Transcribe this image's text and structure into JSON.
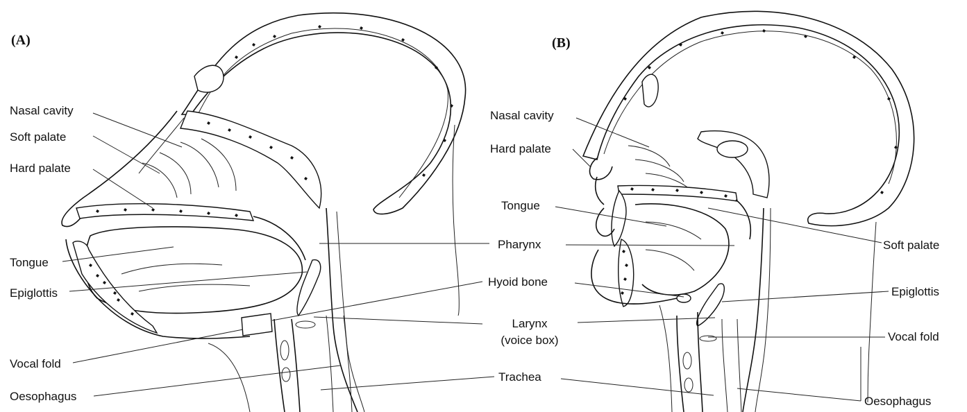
{
  "panels": {
    "a": "(A)",
    "b": "(B)"
  },
  "labels_a": {
    "nasal_cavity": "Nasal cavity",
    "soft_palate": "Soft palate",
    "hard_palate": "Hard palate",
    "tongue": "Tongue",
    "epiglottis": "Epiglottis",
    "vocal_fold": "Vocal fold",
    "oesophagus": "Oesophagus"
  },
  "labels_center": {
    "pharynx": "Pharynx",
    "hyoid_bone": "Hyoid bone",
    "larynx": "Larynx",
    "larynx_sub": "(voice box)",
    "trachea": "Trachea"
  },
  "labels_b": {
    "nasal_cavity": "Nasal cavity",
    "hard_palate": "Hard palate",
    "tongue": "Tongue",
    "soft_palate": "Soft palate",
    "epiglottis": "Epiglottis",
    "vocal_fold": "Vocal fold",
    "oesophagus": "Oesophagus"
  }
}
